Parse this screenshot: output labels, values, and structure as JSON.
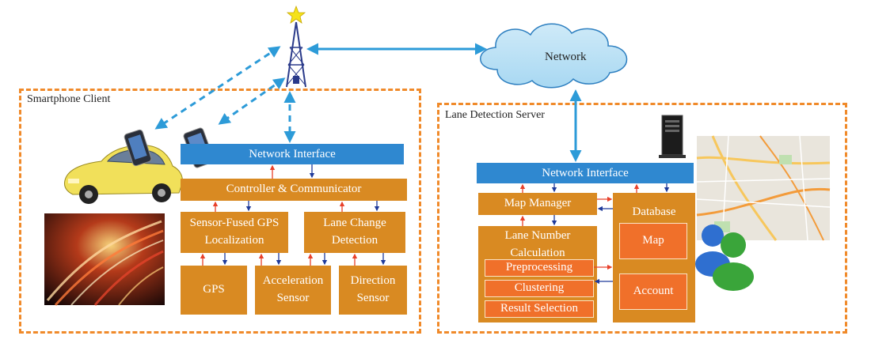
{
  "network": {
    "label": "Network"
  },
  "client": {
    "label": "Smartphone Client",
    "network_interface": "Network Interface",
    "controller": "Controller & Communicator",
    "gps_localization": "Sensor-Fused GPS Localization",
    "lane_change": "Lane Change Detection",
    "gps": "GPS",
    "acceleration": "Acceleration Sensor",
    "direction": "Direction Sensor"
  },
  "server": {
    "label": "Lane Detection Server",
    "network_interface": "Network Interface",
    "map_manager": "Map Manager",
    "lane_number": "Lane Number Calculation",
    "preprocessing": "Preprocessing",
    "clustering": "Clustering",
    "result_selection": "Result Selection",
    "database": "Database",
    "map": "Map",
    "account": "Account"
  },
  "colors": {
    "region_border": "#f08a2a",
    "interface_bar": "#2f88d0",
    "module": "#d98a22",
    "submodule": "#f0702a",
    "link": "#2d9bd8",
    "arrow_up": "#e8402a",
    "arrow_down": "#1f3a9a"
  },
  "icons": [
    "cell-tower-icon",
    "cloud-icon",
    "smartphone-icon",
    "car-icon",
    "server-icon",
    "users-icon"
  ]
}
